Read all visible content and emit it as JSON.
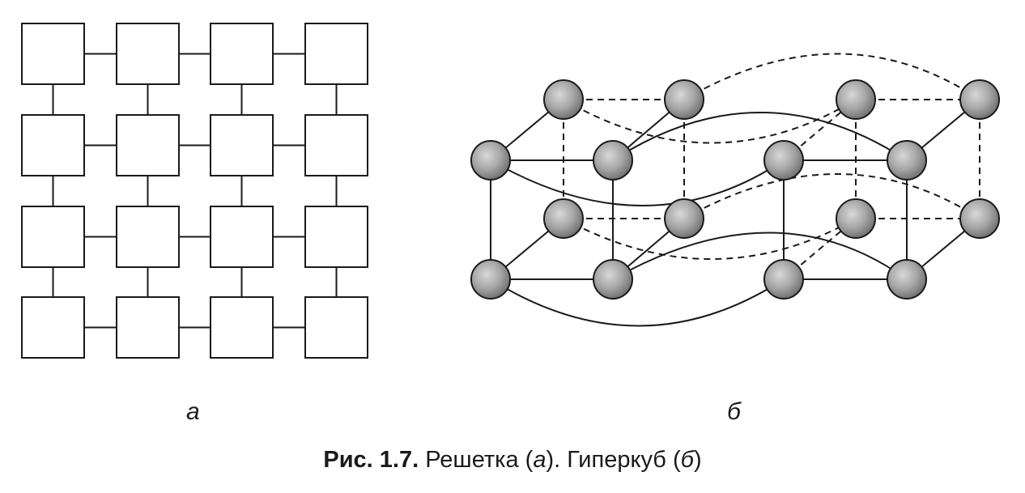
{
  "labels": {
    "left": "а",
    "right": "б"
  },
  "caption": {
    "number": "Рис. 1.7.",
    "part1": " Решетка (",
    "part1_ref": "а",
    "part2": "). Гиперкуб (",
    "part2_ref": "б",
    "part3": ")"
  },
  "colors": {
    "ink": "#1a1a1a",
    "node_fill": "#9a9a9a"
  },
  "mesh": {
    "rows": 4,
    "cols": 4
  },
  "hypercube": {
    "dimension": 4,
    "nodes": 16
  }
}
